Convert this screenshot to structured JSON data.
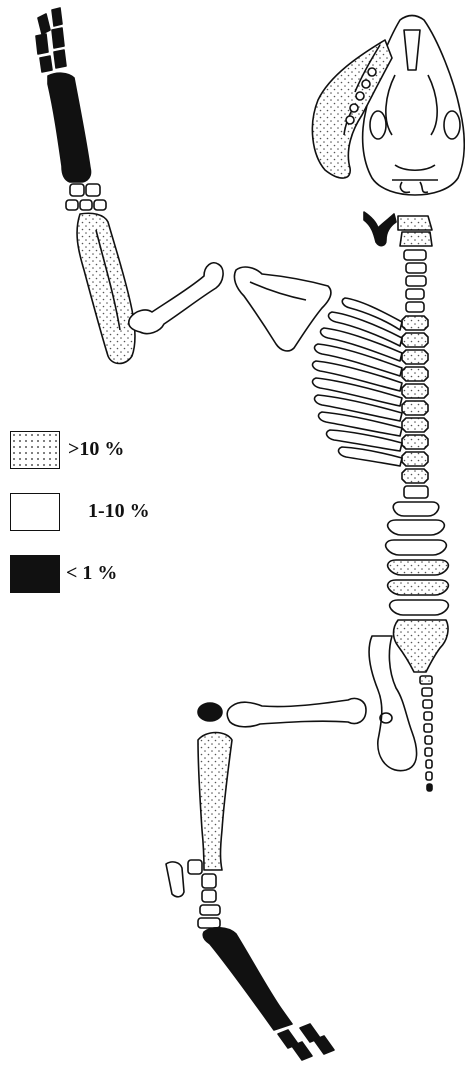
{
  "figure": {
    "background": "#ffffff",
    "ink": "#111111",
    "stipple_color": "#555555"
  },
  "legend": {
    "items": [
      {
        "key": "high",
        "label": ">10 %",
        "fill": "dotted"
      },
      {
        "key": "mid",
        "label": "1-10 %",
        "fill": "white"
      },
      {
        "key": "low",
        "label": "< 1 %",
        "fill": "black"
      }
    ]
  }
}
